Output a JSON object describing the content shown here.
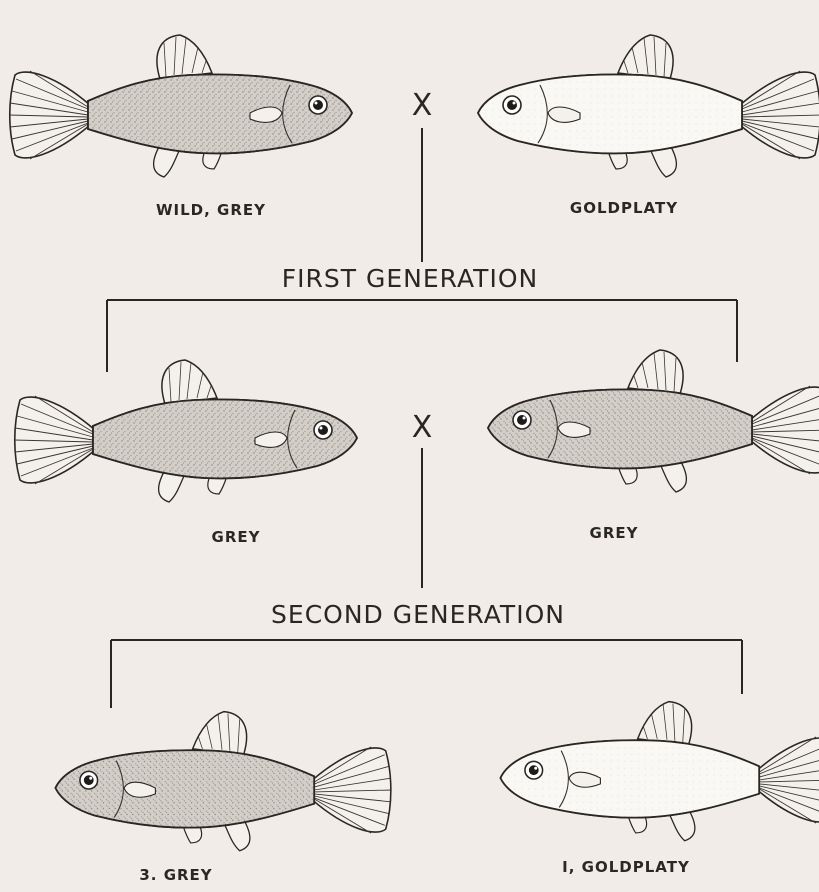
{
  "parents": {
    "left_label": "WILD, GREY",
    "right_label": "GOLDPLATY",
    "cross_symbol": "X"
  },
  "first_generation": {
    "title": "FIRST GENERATION",
    "left_label": "GREY",
    "right_label": "GREY",
    "cross_symbol": "X"
  },
  "second_generation": {
    "title": "SECOND GENERATION",
    "left_label": "3. GREY",
    "right_label": "I, GOLDPLATY"
  },
  "colors": {
    "background": "#f1ece7",
    "ink": "#2a2622",
    "grey_fish_fill": "#cfcac4",
    "gold_fish_fill": "#faf8f5"
  }
}
